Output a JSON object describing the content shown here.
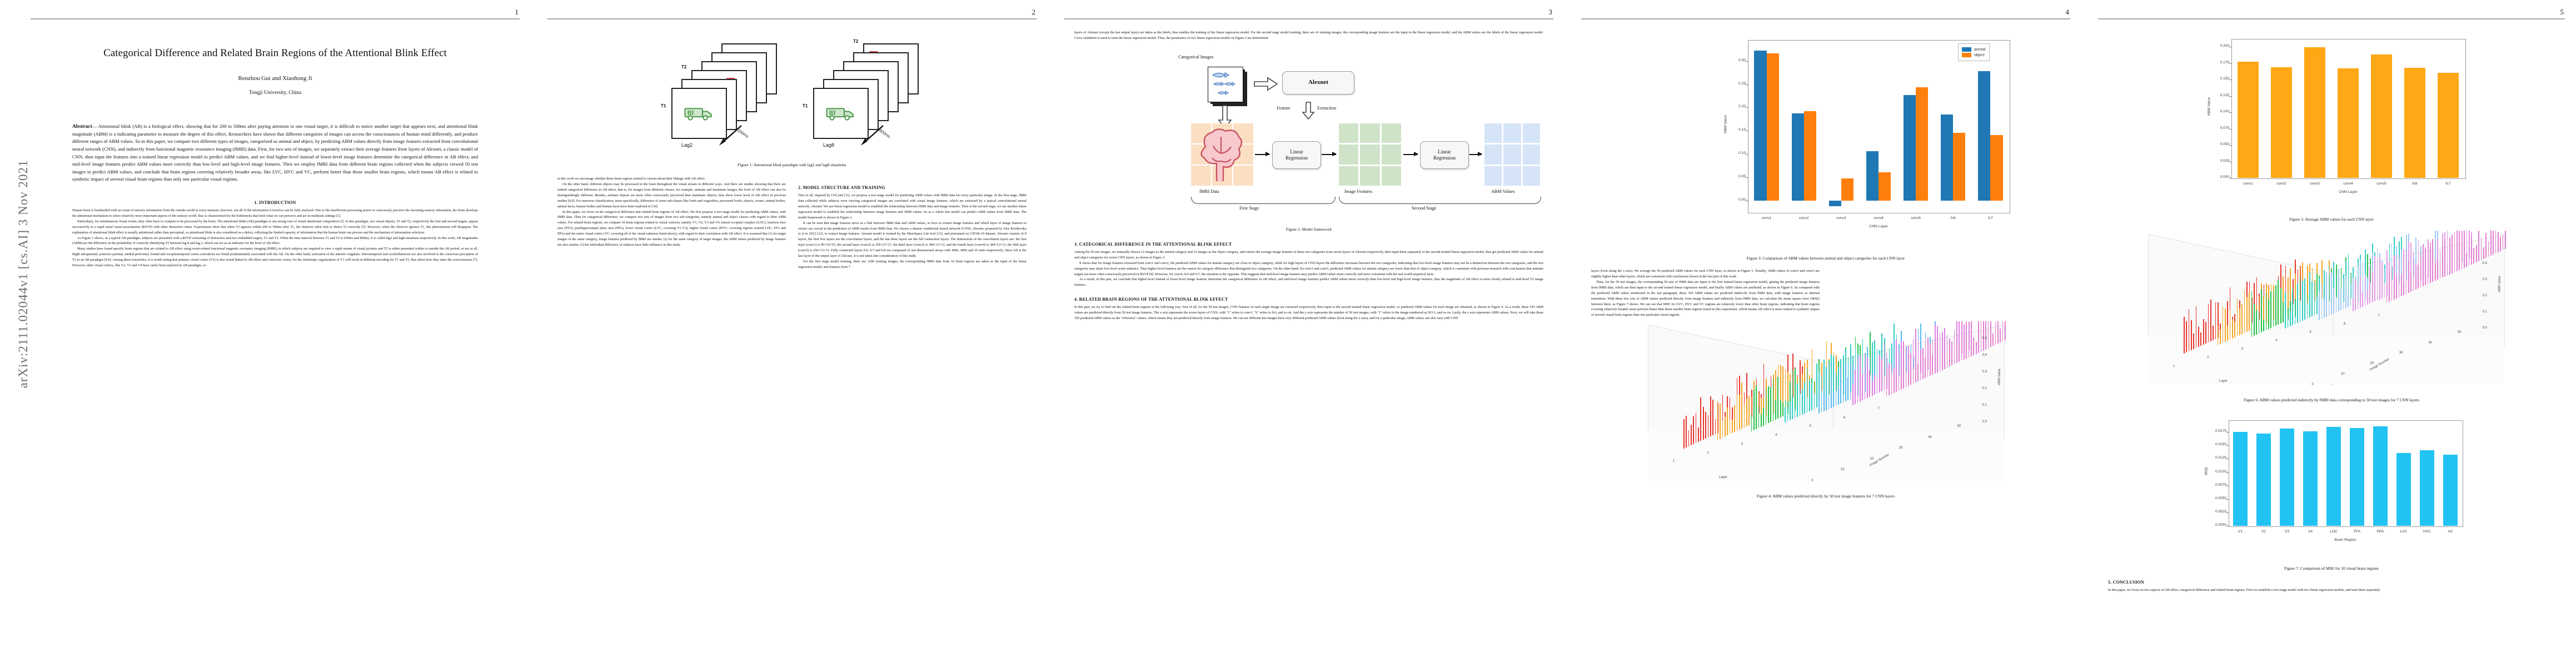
{
  "arxiv_stamp": "arXiv:2111.02044v1  [cs.AI]  3 Nov 2021",
  "paper": {
    "title": "Categorical Difference and Related Brain Regions of the Attentional Blink Effect",
    "authors": "Renzhou Gui and Xiaohong Ji",
    "affiliation": "Tongji University, China",
    "abstract_label": "Abstract",
    "abstract": "— Attentional blink (AB) is a biological effect, showing that for 200 to 500ms after paying attention to one visual target, it is difficult to notice another target that appears next, and attentional blink magnitude (ABM) is a indicating parameter to measure the degree of this effect. Researchers have shown that different categories of images can access the consciousness of human mind differently, and produce different ranges of ABM values. So in this paper, we compare two different types of images, categorized as animal and object, by predicting ABM values directly from image features extracted from convolutional neural network (CNN), and indirectly from functional magnetic resonance imaging (fMRI) data. First, for two sets of images, we separately extract their average features from layers of Alexnet, a classic model of CNN, then input the features into a trained linear regression model to predict ABM values, and we find higher-level instead of lower-level image features determine the categorical difference in AB effect, and mid-level image features predict ABM values more correctly than low-level and high-level image features. Then we employ fMRI data from different brain regions collected when the subjects viewed 50 test images to predict ABM values, and conclude that brain regions covering relatively broader areas, like LVC, HVC and VC, perform better than those smaller brain regions, which means AB effect is related to synthetic impact of several visual brain regions than only one particular visual regions."
  },
  "pages": {
    "p1": "1",
    "p2": "2",
    "p3": "3",
    "p4": "4",
    "p5": "5"
  },
  "sections": {
    "intro": "1. INTRODUCTION",
    "model": "2. MODEL STRUCTURE AND TRAINING",
    "categorical": "3. CATEGORICAL DIFFERENCE IN THE ATTENTIONAL BLINK EFFECT",
    "brainregions": "4. RELATED BRAIN REGIONS OF THE ATTENTIONAL BLINK EFFECT",
    "conclusion": "5. CONCLUSION"
  },
  "figures": {
    "fig1": {
      "caption": "Figure 1: Attentional blink paradigm with lag2 and lag8 situations",
      "left": {
        "lag": "Lag2",
        "t1": "T1",
        "t2": "T2",
        "ms": "200ms"
      },
      "right": {
        "lag": "Lag8",
        "t1": "T1",
        "t2": "T2",
        "ms": "800ms"
      }
    },
    "fig2": {
      "caption": "Figure 2: Model framework",
      "categorical_images": "Categorical Images",
      "alexnet": "Alexnet",
      "feature_extraction_a": "Feature",
      "feature_extraction_b": "Extraction",
      "fmri_data": "fMRI Data",
      "image_features": "Image Features",
      "abm_values": "ABM Values",
      "linear_regression_1": "Linear\nRegression",
      "linear_regression_2": "Linear\nRegression",
      "first_stage": "First Stage",
      "second_stage": "Second Stage"
    },
    "fig3": {
      "caption": "Figure 3: Comparison of ABM values between animal and object categories for each CNN layer"
    },
    "fig4": {
      "caption": "Figure 4: ABM values predicted directly by 50 test image features for 7 CNN layers"
    },
    "fig5": {
      "caption": "Figure 5: Average ABM values for each CNN layer"
    },
    "fig6": {
      "caption": "Figure 6: ABM values predicted indirectly by fMRI data corresponding to 50 test images for 7 CNN layers"
    },
    "fig7": {
      "caption": "Figure 7: Comparison of MSE for 10 visual brain regions"
    }
  },
  "chart_data": [
    {
      "id": "fig3",
      "type": "bar",
      "title": "Comparison of ABM values between animal and object categories for each CNN layer",
      "xlabel": "CNN Layer",
      "ylabel": "ABM Value",
      "categories": [
        "conv1",
        "conv2",
        "conv3",
        "conv4",
        "conv5",
        "fc6",
        "fc7"
      ],
      "series": [
        {
          "name": "animal",
          "color": "#1f77b4",
          "values": [
            0.322,
            0.187,
            -0.012,
            0.106,
            0.227,
            0.185,
            0.278
          ]
        },
        {
          "name": "object",
          "color": "#ff7f0e",
          "values": [
            0.316,
            0.192,
            0.048,
            0.061,
            0.243,
            0.146,
            0.141
          ]
        }
      ],
      "yticks": [
        0.0,
        0.05,
        0.1,
        0.15,
        0.2,
        0.25,
        0.3
      ],
      "ytick_labels": [
        "0.00",
        "0.05",
        "0.10",
        "0.15",
        "0.20",
        "0.25",
        "0.30"
      ],
      "ylim": [
        -0.025,
        0.345
      ],
      "legend_position": "upper right",
      "grid": false
    },
    {
      "id": "fig5",
      "type": "bar",
      "title": "Average ABM values for each CNN layer",
      "xlabel": "CNN Layer",
      "ylabel": "ABM Value",
      "categories": [
        "conv1",
        "conv2",
        "conv3",
        "conv4",
        "conv5",
        "fc6",
        "fc7"
      ],
      "values": [
        0.177,
        0.169,
        0.199,
        0.167,
        0.188,
        0.168,
        0.16
      ],
      "color": "#ffa715",
      "yticks": [
        0.0,
        0.025,
        0.05,
        0.075,
        0.1,
        0.125,
        0.15,
        0.175,
        0.2
      ],
      "ytick_labels": [
        "0.000",
        "0.025",
        "0.050",
        "0.075",
        "0.100",
        "0.125",
        "0.150",
        "0.175",
        "0.200"
      ],
      "ylim": [
        0,
        0.212
      ],
      "grid": false
    },
    {
      "id": "fig7",
      "type": "bar",
      "title": "Comparison of MSE for 10 visual brain regions",
      "xlabel": "Brain Region",
      "ylabel": "MSE",
      "categories": [
        "V1",
        "V2",
        "V3",
        "V4",
        "LOC",
        "FFA",
        "PPA",
        "LVC",
        "HVC",
        "VC"
      ],
      "values": [
        0.0175,
        0.0172,
        0.0181,
        0.0176,
        0.0185,
        0.0183,
        0.0186,
        0.0136,
        0.0141,
        0.0133
      ],
      "color": "#22c3f3",
      "yticks": [
        0.0,
        0.0025,
        0.005,
        0.0075,
        0.01,
        0.0125,
        0.015,
        0.0175
      ],
      "ytick_labels": [
        "0.0000",
        "0.0025",
        "0.0050",
        "0.0075",
        "0.0100",
        "0.0125",
        "0.0150",
        "0.0175"
      ],
      "ylim": [
        0,
        0.0197
      ],
      "grid": false
    },
    {
      "id": "fig4",
      "type": "bar3d",
      "title": "ABM values predicted directly by 50 test image features for 7 CNN layers",
      "xlabel": "Layer",
      "ylabel": "Image Number",
      "zlabel": "ABM Value",
      "xticks": [
        1,
        2,
        3,
        4,
        5,
        6,
        7
      ],
      "yticks": [
        0,
        10,
        20,
        30,
        40,
        50
      ],
      "zticks": [
        0.0,
        0.1,
        0.2,
        0.3,
        0.4,
        0.5
      ],
      "layer_colors": [
        "#e8342c",
        "#f5a623",
        "#24c24a",
        "#2ecfc4",
        "#55b9f0",
        "#dd7fe0",
        "#e27fd3"
      ]
    },
    {
      "id": "fig6",
      "type": "bar3d",
      "title": "ABM values predicted indirectly by fMRI data corresponding to 50 test images for 7 CNN layers",
      "xlabel": "Layer",
      "ylabel": "Image Number",
      "zlabel": "ABM Value",
      "xticks": [
        1,
        2,
        3,
        4,
        5,
        6,
        7
      ],
      "yticks": [
        0,
        10,
        20,
        30,
        40,
        50
      ],
      "zticks": [
        0.0,
        0.1,
        0.2,
        0.3,
        0.4
      ],
      "layer_colors": [
        "#e8342c",
        "#f5a623",
        "#24c24a",
        "#2ecfc4",
        "#9ecbf5",
        "#e59ae8",
        "#e27fd3"
      ]
    }
  ],
  "body": {
    "p1_intro_1": "Human brain is bombarded with an ocean of sensory information from the outside world at every moment, however, not all of the information it receives can be fully analysed. Due to the insufficient processing power to consciously perceive the incoming sensory infomation, the brain develops the attentional mechanism to select relatively more important aspects of the sensory world, thus is characterized by the bottlenecks that limit what we can perceive and act in multitask settings [1].",
    "p1_intro_2": "Particularly, for simultaneous visual events, they often have to compete to be processed by the brain. The attentional blink (AB) paradigm is one strong case of visual attentional competition [2]. In this paradigm, two visual objects, T1 and T2, respectively the first and second targets, appear successively in a rapid serial visual presentation (RSVP) with other distractive items. Experiments show that when T2 appears within 200 to 500ms after T1, the observer often fails to detect T2 correctly [3]. However, when the observer ignores T1, this phenomenon will disappear. The explanation of attentional blink effect is usually attentional rather than perceptual, so attentional blink is also considered as a defect, reflecting the limited capacity of information that the human brain can process and the mechanism of information selection.",
    "p1_intro_3": "As Figure 1 shows, in a typical AB paradigm, subjects are presented with a RSVP consisting of distractors and two embedded targets, T1 and T2. When the time interval between T1 and T2 is 200ms and 800ms, it is called lag2 and lag8 situations respectively. In this work, AB magnitudes (ABM) are the difference in the probability of correctly identifying T2 between lag 8 and lag 2, which can act as an indicator for the level of AB effect.",
    "p1_intro_4": "Many studies have found specific brain regions that are related to AB effect using event-related functional magnetic resonance imaging (fMRI), in which subjects are required to view a rapid stream of visual pictures and T2 is either presented within or outside the AB period, or not at all. Right intraparietal, posterior parietal, medial prefrontal, frontal and occipitotemporal cortex activations are found predominantly associated with the AB. On the other hand, activation of the anterior cingulate, inferotemporal and cerebellumwere are also involved in the conscious perception of T2 in an AB paradigm [4-6]. Among these researches, it is worth noting that primary visual cortex (V1) is also found linked to AB effect and conscious vision, for the retinotopic organization of V1 will result in different encoding for T1 and T2, thus affect how they enter the consciousness [7]. However, other visual cortexs, like V2, V3 and V4 have rarely been explored in AB paradigm, so",
    "p2_c1_1": "in this work we encourage whether these brain regions related to visions about their linkage with AB effect.",
    "p2_c1_2": "On the other hand, different objects may be processed in the brain throughout the visual stream in different ways. And there are studies showing that there are indeed categorical difference in AB effect, that is, for images from different classes, for example, animate and inanimate images, the level of AB effect can also be distinguishingly different. Besides, animate objects are more often consciously perceived than inanimate objects, thus show lower level of AB effect in previous studies [8,9]. For narrower classification, more specifically, difference of some sub-classes like fruits and vegetables, processed foods, objects, scenes, animal bodies, animal faces, human bodies and human faces have been explored in [10].",
    "p2_c1_3": "In this paper, we focus on the categorical difference and related brain regions of AB effect. We first propose a two-stage model for predicting ABM values, with fMRI data. Then for categorical difference, we compare two sets of images from two sub-categories, namely animal and object classes with regard to their ABM values. For related brain regions, we compare 10 brain regions related to visual cortexes, namely V1, V2, V3 and V4, lateral occipital complex (LOC), fusiform face area (FFA), parahippocampal place area (PPA), lower visual cortex (LVC, covering V1-V3), higher visual cortex (HVC, covering regions around LOC, FFA and PPA) and the entire visual cortex (VC, covering all of the visual subareas listed above), with regard to their correlation with AB effect. It is assumed that (1) for target images of the same category, image features predicted by fMRI are similar. (2) for the same category of target images, the ABM values predicted by image features are also similar. (3) the individual difference of subjects have little influence in this study.",
    "p2_c2_1": "First of all, inspired by [10] and [11], we propose a two-stage model for predicting ABM values with fMRI data for every particular image. In the first stage, fMRI data collected while subjects were viewing categorical images are correlated with visual image features, which are extracted by a typical convolutional neural network, Alexnet. We use linear regression model to establish the relationship between fMRI data and image features. Then in the second stage, we use another linear regression model to establish the relationship between image features and ABM values. So as a whole this model can predict ABM values from fMRI data. The model framework is shown in Figure 2.",
    "p2_c2_2": "It can be seen that image features serve as a link between fMRI data and ABM values, so how to extract image features and which layer of image features to extract are crucial to the prediction of ABM results from fMRI data. We choose a dataset conditional neural network (CNN), Alexnet, proposed by Alex Krizhevsky et al in 2012 [12], to extract image features. Alexnet model is formed by the MiaoSpace Lite tool [13], and pretrained on CIFAR-10 dataset. Alexnet consists of 8 layers, the first five layers are the convolution layers, and the last three layers are the full connection layers. The dimensions of the convolution layers are: the first layer (conv1) is 96×55×55, the second layer (conv2) is 256×27×27, the third layer (conv3) is 384×13×13, and the fourth layer (conv4) is 384×13×13, the fifth layer (conv5) is 256×13×13. Fully connected layers fc6, fc7 and fc8 are composed of one-dimensional arrays with 4096, 4096 and 10 units respectively. Since fc8 is the last layer of the output layer of Alexnet, it is not taken into consideration of this study.",
    "p2_c2_3": "For the first stage model training, there are 1200 training images, the corresponding fMRI data from 10 brain regions are taken as the input of the linear regression model, and features from 7",
    "p3_c1_1": "layers of Alexnet (except the last output layer) are taken as the labels, thus enables the training of the linear regression model. For the second stage model training, there are 41 training images, the corresponding image features are the input to the linear regression model, and the ABM values are the labels of the linear regression model. Cross validation is used to train the linear regression model. Thus, the parameters of two linear regression models in Figure 2 are determined.",
    "p3_c2_1": "Among the 50 test images, we manually choose 12 images as the animal category and 12 images as the object category, and extract the average image features of these two categories from seven layers of Alexnet respectively, then input them separately to the second trained linear regression model, thus get predicted ABM values for animal and object categories for seven CNN layers, as shown in Figure 3.",
    "p3_c2_2": "It shows that for image features extracted from conv1 and conv2, the predicted ABM values for animal category are close to object category, while for high layers of CNN layers the difference increases between the two categories, indicating that low-level image features may not be a distinction between the two categories, and the two categories may share low-level scene statistics. Thus higher-level features are the reason for category difference that distinguish two categories. On the other hand, for conv3 and conv5, predicted ABM values for animal category are lower than that of object category, which is consistent with previous research with conclusions that animate targets are more often consciously perceived in RSVP [8]. However, for conv4, fc6 and fc7, the situation is the opposite. This suggests that mid-level image features may predict ABM values more correctly and more consistent with the real world empirical facts.",
    "p3_c2_3": "As a result, in this part, we conclude that higher-level instead of lower-level image features determine the categorical difference in AB effect, and mid-level image features predict ABM values more correctly than low-level and high-level image features, thus the magnitude of AB effect is most closely related to mid-level T2 image features.",
    "p4_c1_1": "In this part, we try to find out the related brain regions in the following way: first of all, for the 50 test images, CNN features of each single image are extracted respectively, then input to the second trained linear regression model, so predicted ABM values for each image are obtained, as shown in Figure 4. As a result, these 350 ABM values are predicted directly from 50 test image features. The x axis represents the seven layers of CNN, with \"1\" refers to conv1, \"6\" refers to fc6, and so on. And the y axis represents the number of 50 test images, with \"1\" refers to the image numbered as NO.1, and so on. Lastly, the z axis represents ABM values. Next, we will take these 350 predicted ABM values as the \"reference\" values, which means they are predicted directly from image features. We can see different test images have very different predicted ABM values (look along the y axis), and for a particular image, ABM values can also vary with CNN",
    "p4_c2_1": "layers (look along the x axis). We average the 50 predicted ABM values for each CNN layer, as shown in Figure 5. Notably, ABM values fo conv3 and conv5 are slightly higher than other layers, which are consistent with conclusions drawn in the last part of this work.",
    "p4_c2_2": "Then, for the 50 test images, the corresponding 50 sets of fMRI data are input to the fisrt trained linear regression model, getting the predicted image features from fMRI data, which are then input to the second trained linear regression model, and finally ABM values are predicted, as shown in Figure 6. So compared with the predicted ABM values mentioned in the last paragraph, these 350 ABM values are predicted indirectly from fMRI data, with image features as internal transitions. With these two sets of ABM values predicted directly from image features and indirectly from fMRI data, we calculate the mean square error (MSE) between them, as Figure 7 shows. We can see that MSE for LVC, HVC and VC regions are relatively lower than other brain regions, indicating that brain regions covering relatively broader areas perform better than those smaller brain regions tested in this experiment, which means AB effect is more related to synthetic impact of several visual brain regions than one particular visual regions.",
    "p5_c1_1": "In this paper, we focus on two aspects of AB effect, categorical difference and related brain regions. First we establish a two-stage model with two linear regression models, and train them separately"
  }
}
